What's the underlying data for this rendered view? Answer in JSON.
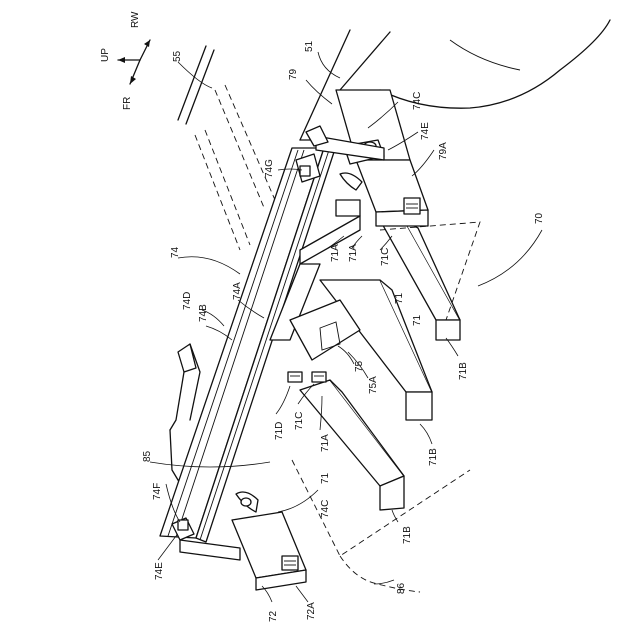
{
  "figure": {
    "direction": {
      "up": "UP",
      "rw": "RW",
      "fr": "FR"
    },
    "labels": {
      "l55": "55",
      "l51": "51",
      "l79": "79",
      "l74C_top": "74C",
      "l74E_top": "74E",
      "l79A": "79A",
      "l74G": "74G",
      "l70": "70",
      "l74": "74",
      "l71A_1": "71A",
      "l71A_2": "71A",
      "l71C_1": "71C",
      "l71_1": "71",
      "l71_2": "71",
      "l74D": "74D",
      "l74B": "74B",
      "l74A": "74A",
      "l75": "75",
      "l75A": "75A",
      "l71B_1": "71B",
      "l71D": "71D",
      "l71C_2": "71C",
      "l71A_3": "71A",
      "l71B_2": "71B",
      "l85": "85",
      "l71_3": "71",
      "l74F": "74F",
      "l74C_bot": "74C",
      "l71B_3": "71B",
      "l74E_bot": "74E",
      "l86": "86",
      "l72": "72",
      "l72A": "72A"
    }
  }
}
